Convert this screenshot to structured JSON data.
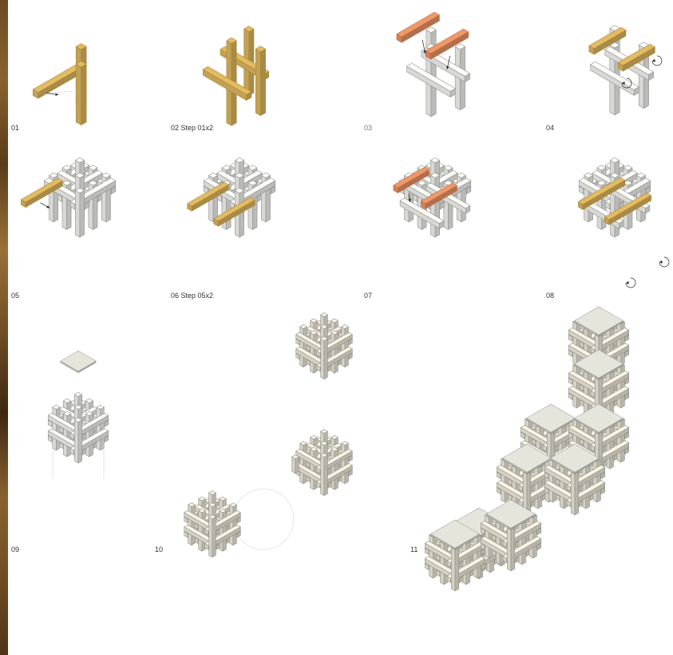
{
  "steps": [
    {
      "id": "01",
      "label": "01"
    },
    {
      "id": "02",
      "label": "02 Step 01x2"
    },
    {
      "id": "03",
      "label": "03"
    },
    {
      "id": "04",
      "label": "04"
    },
    {
      "id": "05",
      "label": "05"
    },
    {
      "id": "06",
      "label": "06 Step 05x2"
    },
    {
      "id": "07",
      "label": "07"
    },
    {
      "id": "08",
      "label": "08"
    },
    {
      "id": "09",
      "label": "09"
    },
    {
      "id": "10",
      "label": "10"
    },
    {
      "id": "11",
      "label": "11"
    }
  ],
  "colors": {
    "wood_new": "#e3bb62",
    "wood_new_dark": "#a88535",
    "wood_highlight": "#ef9868",
    "wood_highlight_dark": "#c06a40",
    "frame": "#fbfbf8",
    "frame_stroke": "#8d8d8a",
    "frame_cream": "#f8f3e3",
    "shelf": "#e6e5dc",
    "arrow": "#222222"
  }
}
